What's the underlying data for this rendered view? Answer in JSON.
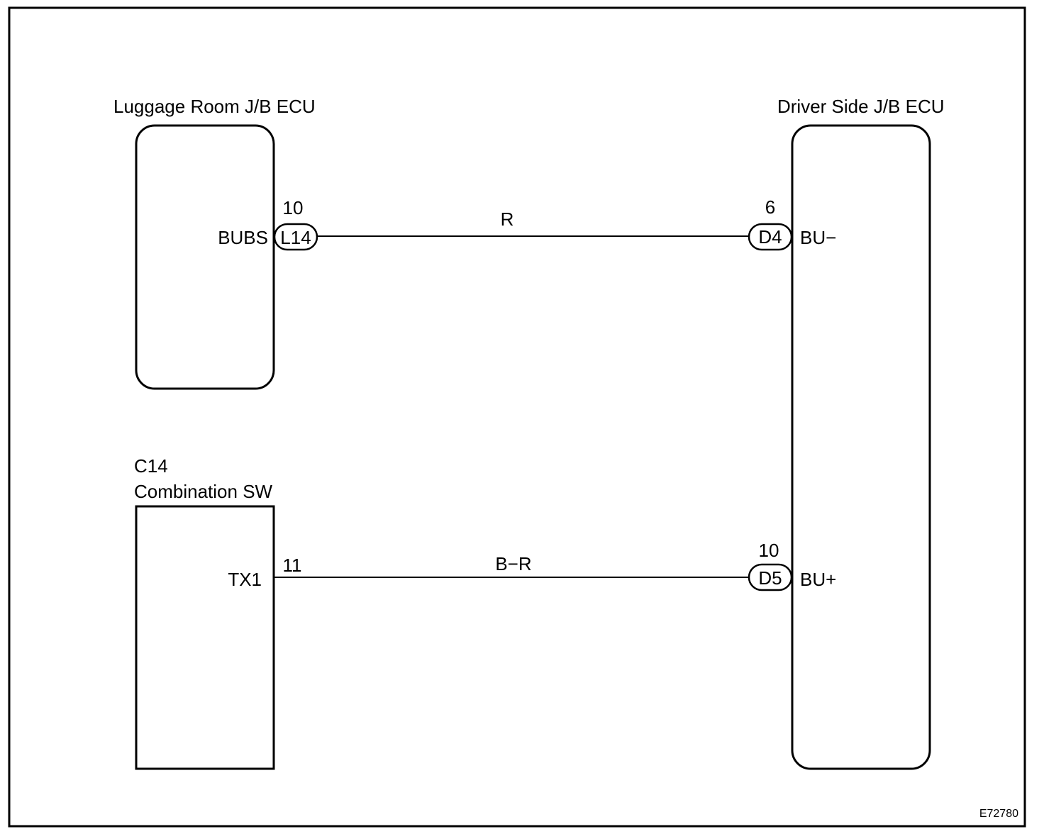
{
  "figure_id": "E72780",
  "components": {
    "luggage_room": {
      "name": "Luggage Room J/B ECU"
    },
    "driver_side": {
      "name": "Driver Side J/B ECU"
    },
    "combination_sw": {
      "code": "C14",
      "name": "Combination SW"
    }
  },
  "wires": [
    {
      "color_code": "R",
      "from": {
        "terminal": "BUBS",
        "connector": "L14",
        "pin": "10"
      },
      "to": {
        "terminal": "BU−",
        "connector": "D4",
        "pin": "6"
      }
    },
    {
      "color_code": "B−R",
      "from": {
        "terminal": "TX1",
        "pin": "11"
      },
      "to": {
        "terminal": "BU+",
        "connector": "D5",
        "pin": "10"
      }
    }
  ]
}
